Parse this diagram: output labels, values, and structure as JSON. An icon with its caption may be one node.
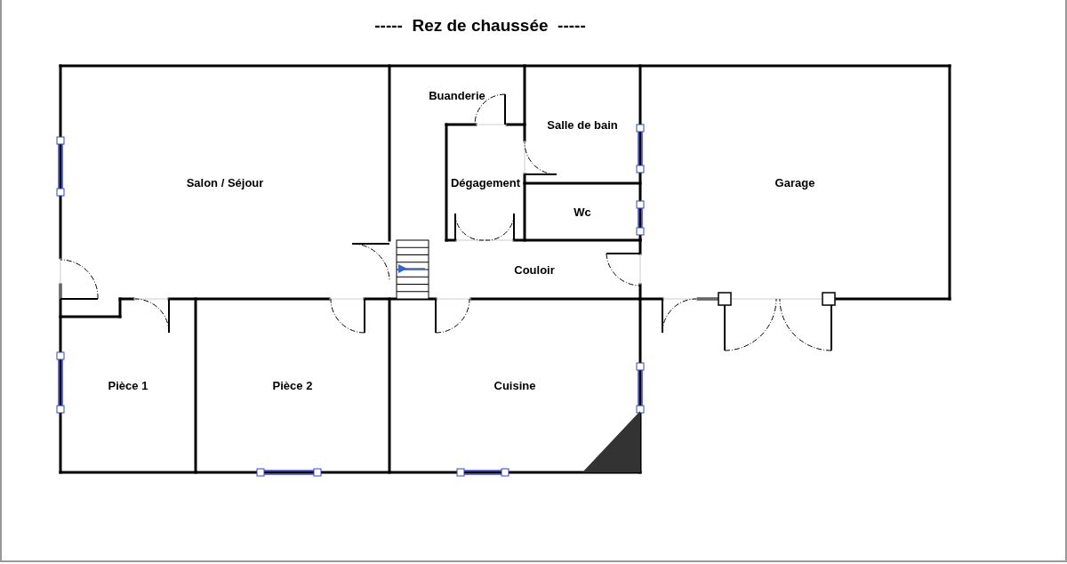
{
  "diagram": {
    "title": "-----  Rez de chaussée  -----",
    "nodes": [
      {
        "text": [
          "Salon / Séjour"
        ]
      },
      {
        "text": [
          "Buanderie"
        ]
      },
      {
        "text": [
          "Salle de bain"
        ]
      },
      {
        "text": [
          "Dégagement"
        ]
      },
      {
        "text": [
          "Wc"
        ]
      },
      {
        "text": [
          "Garage"
        ]
      },
      {
        "text": [
          "Couloir"
        ]
      },
      {
        "text": [
          "Pièce 1"
        ]
      },
      {
        "text": [
          "Pièce 2"
        ]
      },
      {
        "text": [
          "Cuisine"
        ]
      }
    ]
  }
}
